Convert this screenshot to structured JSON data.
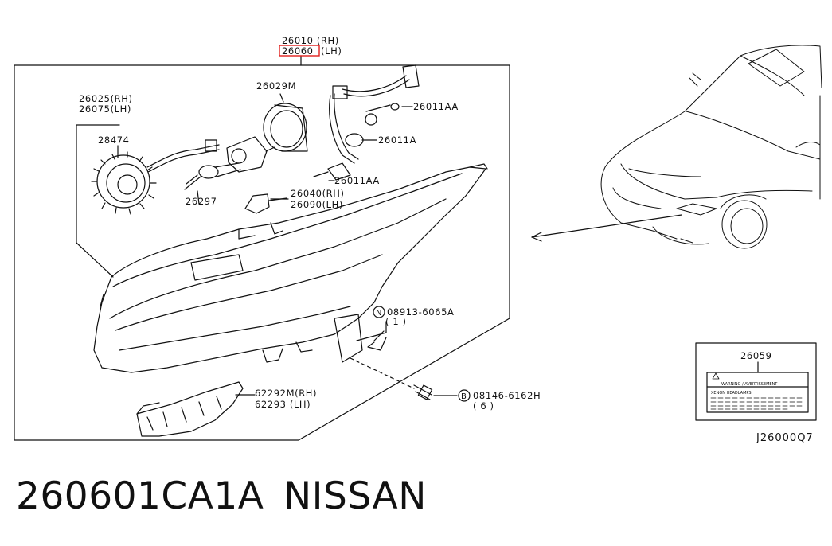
{
  "diagram": {
    "callouts": {
      "assembly_rh": "26010 (RH)",
      "assembly_lh": "26060",
      "assembly_lh_suffix": "(LH)",
      "harness_rh": "26025(RH)",
      "harness_lh": "26075(LH)",
      "actuator": "28474",
      "bulb_main": "26297",
      "socket_cap": "26029M",
      "bulb_small_1": "26011AA",
      "bulb_socket": "26011A",
      "bulb_small_2": "26011AA",
      "side_socket_rh": "26040(RH)",
      "side_socket_lh": "26090(LH)",
      "nut_part": "08913-6065A",
      "nut_qty": "( 1 )",
      "bolt_part": "08146-6162H",
      "bolt_qty": "( 6 )",
      "bracket_rh": "62292M(RH)",
      "bracket_lh": "62293   (LH)",
      "label_part": "26059"
    },
    "markers": {
      "nut": "N",
      "bolt": "B"
    },
    "warning_label": {
      "line1": "WARNING / AVERTISSEMENT",
      "line2": "XENON HEADLAMPS"
    },
    "diagram_code": "J26000Q7",
    "highlight_color": "#e0201c"
  },
  "footer": {
    "part_number": "260601CA1A",
    "brand": "NISSAN"
  }
}
